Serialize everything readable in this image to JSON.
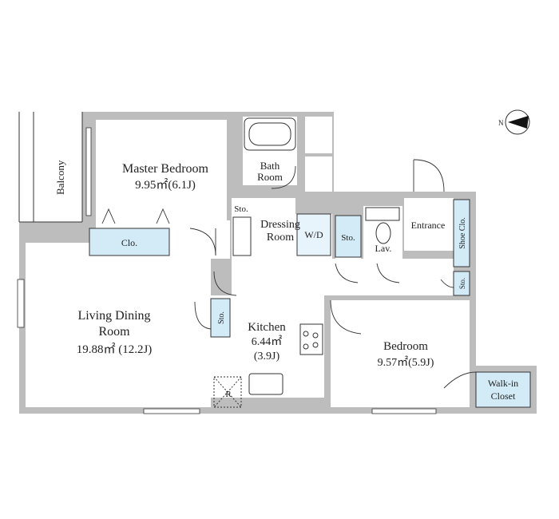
{
  "compass": {
    "north_label": "N"
  },
  "rooms": {
    "balcony": "Balcony",
    "master_bedroom": {
      "name": "Master Bedroom",
      "area": "9.95㎡(6.1J)"
    },
    "bath": {
      "line1": "Bath",
      "line2": "Room"
    },
    "sto_upper": "Sto.",
    "dressing": {
      "line1": "Dressing",
      "line2": "Room"
    },
    "wd": "W/D",
    "sto_mid": "Sto.",
    "lav": "Lav.",
    "entrance": "Entrance",
    "shoe_closet": "Shoe Clo.",
    "sto_entry": "Sto.",
    "clo": "Clo.",
    "living": {
      "line1": "Living Dining",
      "line2": "Room",
      "area": "19.88㎡ (12.2J)"
    },
    "sto_kitchen": "Sto.",
    "kitchen": {
      "name": "Kitchen",
      "area": "6.44㎡",
      "tatami": "(3.9J)"
    },
    "fridge": "R",
    "bedroom": {
      "name": "Bedroom",
      "area": "9.57㎡(5.9J)"
    },
    "walkin": {
      "line1": "Walk-in",
      "line2": "Closet"
    }
  }
}
